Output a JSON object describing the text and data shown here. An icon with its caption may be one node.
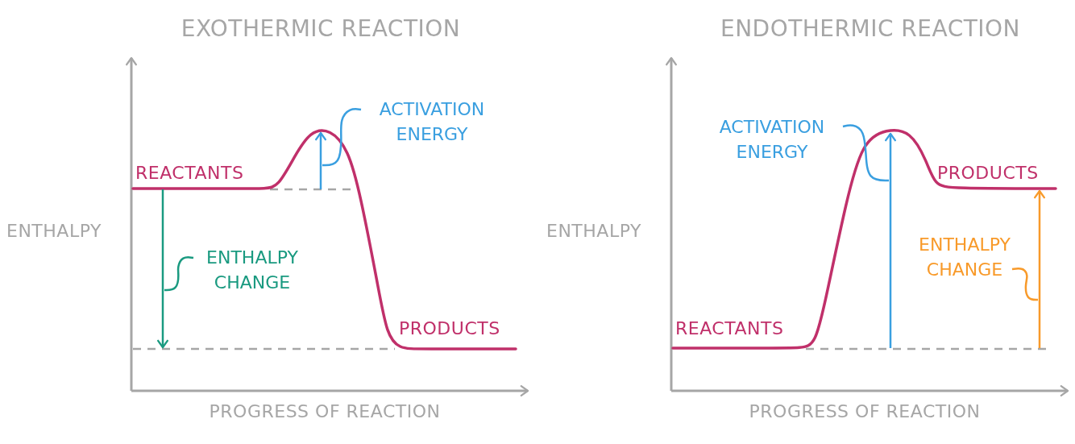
{
  "diagram": {
    "nodes": [
      {
        "text": [
          "ACTIVATION ENERGY"
        ]
      },
      {
        "text": [
          "ENTHALPY CHANGE"
        ]
      },
      {
        "text": [
          "ACTIVATION ENERGY"
        ]
      },
      {
        "text": [
          "ENTHALPY CHANGE"
        ]
      }
    ],
    "edges": [
      {
        "from": 0,
        "to": null,
        "arrow": "none",
        "color": "#3a9fe0"
      },
      {
        "from": 1,
        "to": null,
        "arrow": "none",
        "color": "#1a9a80"
      },
      {
        "from": 2,
        "to": null,
        "arrow": "none",
        "color": "#3a9fe0"
      },
      {
        "from": 3,
        "to": null,
        "arrow": "none",
        "color": "#f89a2a"
      }
    ],
    "labels": [
      "EXOTHERMIC REACTION",
      "ENTHALPY",
      "REACTANTS",
      "PRODUCTS",
      "PROGRESS OF REACTION",
      "ENDOTHERMIC REACTION",
      "ENTHALPY",
      "REACTANTS",
      "PRODUCTS",
      "PROGRESS OF REACTION"
    ]
  }
}
